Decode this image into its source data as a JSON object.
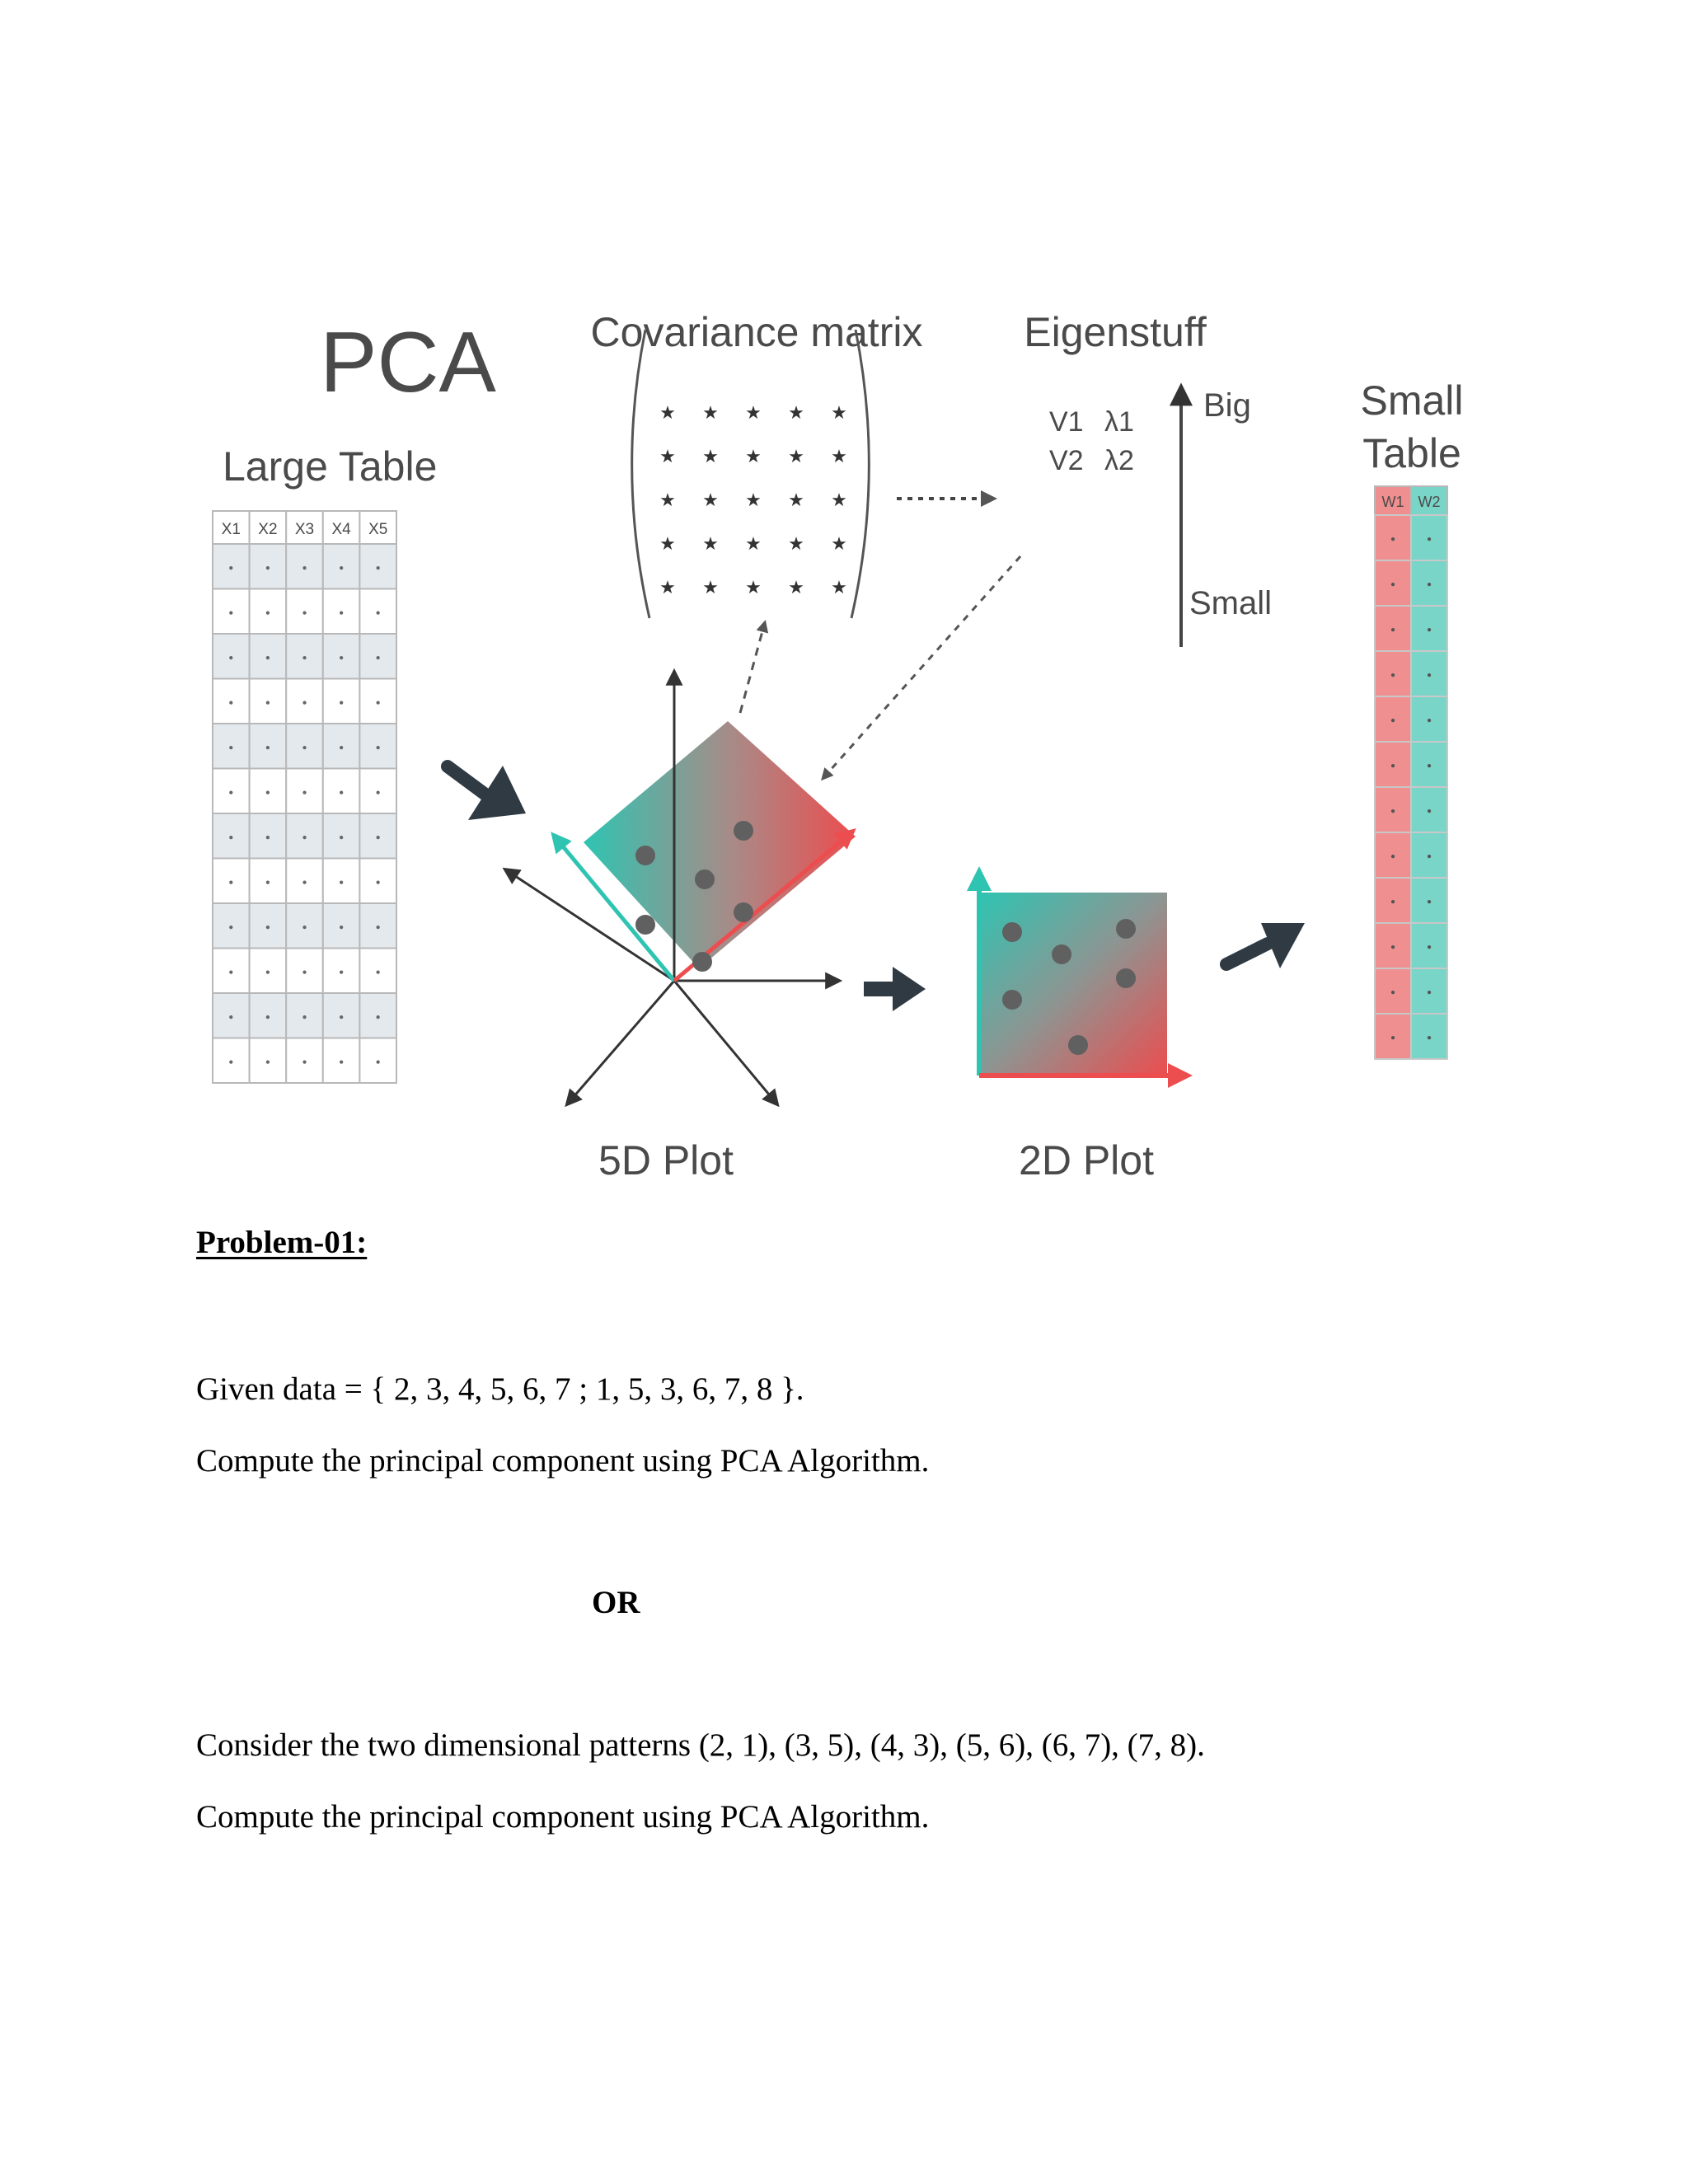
{
  "diagram": {
    "title": "PCA",
    "large_table": {
      "label": "Large Table",
      "columns": [
        "X1",
        "X2",
        "X3",
        "X4",
        "X5"
      ],
      "row_count": 12,
      "cell_symbol": "•"
    },
    "covariance_matrix": {
      "label": "Covariance matrix",
      "size": 5,
      "cell_symbol": "★"
    },
    "eigenstuff": {
      "label": "Eigenstuff",
      "vectors": [
        "V1",
        "V2"
      ],
      "values": [
        "λ1",
        "λ2"
      ],
      "scale_top": "Big",
      "scale_bottom": "Small"
    },
    "small_table": {
      "label_line1": "Small",
      "label_line2": "Table",
      "columns": [
        "W1",
        "W2"
      ],
      "row_count": 12,
      "cell_symbol": "•"
    },
    "plot_5d_label": "5D Plot",
    "plot_2d_label": "2D Plot",
    "colors": {
      "teal": "#2fc4b2",
      "red": "#ec4d4f",
      "table_red": "#ef8f8f",
      "table_teal": "#79d5c8",
      "dark_arrow": "#2f3a43",
      "point": "#606060"
    }
  },
  "problem": {
    "heading": "Problem-01:",
    "given_data": "Given data = { 2, 3, 4, 5, 6, 7 ; 1, 5, 3, 6, 7, 8 }.",
    "compute_1": "Compute the principal component using PCA Algorithm.",
    "or": "OR",
    "patterns": "Consider the two dimensional patterns (2, 1), (3, 5), (4, 3), (5, 6), (6, 7), (7, 8).",
    "compute_2": "Compute the principal component using PCA Algorithm."
  }
}
